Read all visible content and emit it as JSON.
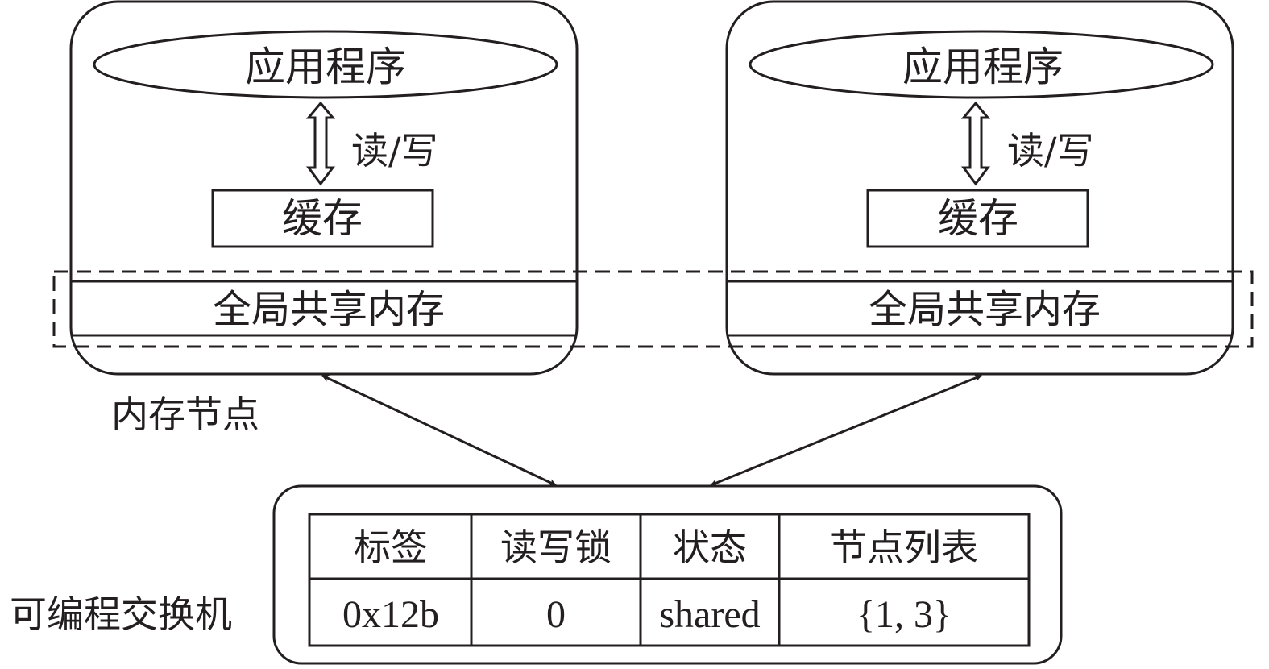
{
  "diagram": {
    "memory_nodes": [
      {
        "application_label": "应用程序",
        "read_write_label": "读/写",
        "cache_label": "缓存",
        "shared_memory_label": "全局共享内存"
      },
      {
        "application_label": "应用程序",
        "read_write_label": "读/写",
        "cache_label": "缓存",
        "shared_memory_label": "全局共享内存"
      }
    ],
    "memory_node_caption": "内存节点",
    "switch_caption": "可编程交换机",
    "switch_table": {
      "headers": [
        "标签",
        "读写锁",
        "状态",
        "节点列表"
      ],
      "rows": [
        [
          "0x12b",
          "0",
          "shared",
          "{1, 3}"
        ]
      ]
    },
    "colors": {
      "stroke": "#231f20",
      "background": "#ffffff"
    }
  }
}
